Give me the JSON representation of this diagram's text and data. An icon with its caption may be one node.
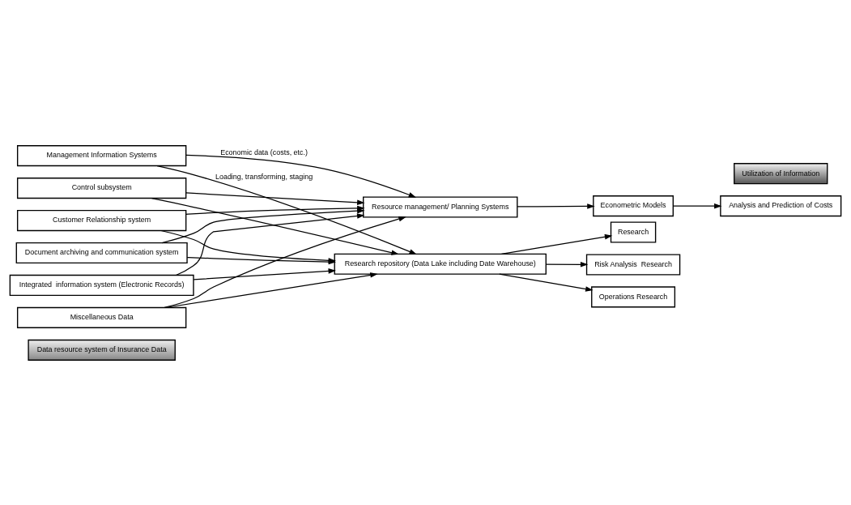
{
  "diagram": {
    "nodes": [
      {
        "text": [
          "Utilization of Information"
        ]
      },
      {
        "text": [
          "Management Information Systems"
        ]
      },
      {
        "text": [
          "Control subsystem"
        ]
      },
      {
        "text": [
          "Customer Relationship system"
        ]
      },
      {
        "text": [
          "Document archiving and communication system"
        ]
      },
      {
        "text": [
          "Integrated  information system (Electronic Records)"
        ]
      },
      {
        "text": [
          "Miscellaneous Data"
        ]
      },
      {
        "text": [
          "Data resource system of Insurance Data"
        ]
      },
      {
        "text": [
          "Resource management/ Planning Systems"
        ]
      },
      {
        "text": [
          "Econometric Models"
        ]
      },
      {
        "text": [
          "Analysis and Prediction of Costs"
        ]
      },
      {
        "text": [
          "Research repository (Data Lake including Date Warehouse)"
        ]
      },
      {
        "text": [
          "Research"
        ]
      },
      {
        "text": [
          "Risk Analysis  Research"
        ]
      },
      {
        "text": [
          "Operations Research"
        ]
      }
    ],
    "edges": [
      {
        "from": 1,
        "to": 8,
        "arrow": "to",
        "label": "Economic data (costs, etc.)"
      },
      {
        "from": 2,
        "to": 8,
        "arrow": "to"
      },
      {
        "from": 3,
        "to": 8,
        "arrow": "to"
      },
      {
        "from": 4,
        "to": 8,
        "arrow": "to"
      },
      {
        "from": 5,
        "to": 8,
        "arrow": "to"
      },
      {
        "from": 6,
        "to": 8,
        "arrow": "to"
      },
      {
        "from": 1,
        "to": 11,
        "arrow": "to",
        "label": "Loading, transforming, staging"
      },
      {
        "from": 2,
        "to": 11,
        "arrow": "to"
      },
      {
        "from": 3,
        "to": 11,
        "arrow": "to"
      },
      {
        "from": 4,
        "to": 11,
        "arrow": "to"
      },
      {
        "from": 5,
        "to": 11,
        "arrow": "to"
      },
      {
        "from": 6,
        "to": 11,
        "arrow": "to"
      },
      {
        "from": 8,
        "to": 9,
        "arrow": "to"
      },
      {
        "from": 9,
        "to": 10,
        "arrow": "to"
      },
      {
        "from": 11,
        "to": 12,
        "arrow": "to"
      },
      {
        "from": 11,
        "to": 13,
        "arrow": "to"
      },
      {
        "from": 11,
        "to": 14,
        "arrow": "to"
      }
    ]
  }
}
